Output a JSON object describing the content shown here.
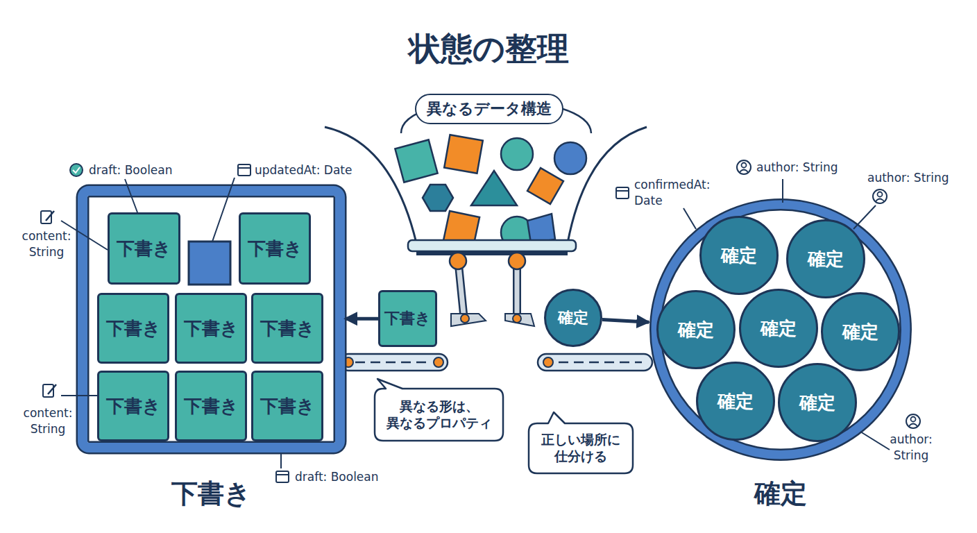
{
  "diagram": {
    "title": "状態の整理",
    "nodes": [
      {
        "text": [
          "異なるデータ構造"
        ]
      },
      {
        "text": [
          "下書き"
        ]
      },
      {
        "text": [
          "下書き"
        ],
        "in": 1
      },
      {
        "text": [
          "下書き"
        ],
        "in": 1
      },
      {
        "text": [
          "下書き"
        ],
        "in": 1
      },
      {
        "text": [
          "下書き"
        ],
        "in": 1
      },
      {
        "text": [
          "下書き"
        ],
        "in": 1
      },
      {
        "text": [
          "下書き"
        ],
        "in": 1
      },
      {
        "text": [
          "下書き"
        ],
        "in": 1
      },
      {
        "text": [
          "下書き"
        ],
        "in": 1
      },
      {
        "text": [
          "下書き"
        ]
      },
      {
        "text": [
          "確定"
        ]
      },
      {
        "text": [
          "異なる形は、 異なるプロパティ"
        ]
      },
      {
        "text": [
          "正しい場所に 仕分ける"
        ]
      },
      {
        "text": [
          "確定"
        ]
      },
      {
        "text": [
          "確定"
        ],
        "in": 14
      },
      {
        "text": [
          "確定"
        ],
        "in": 14
      },
      {
        "text": [
          "確定"
        ],
        "in": 14
      },
      {
        "text": [
          "確定"
        ],
        "in": 14
      },
      {
        "text": [
          "確定"
        ],
        "in": 14
      },
      {
        "text": [
          "確定"
        ],
        "in": 14
      },
      {
        "text": [
          "確定"
        ],
        "in": 14
      }
    ],
    "edges": [
      {
        "from": 10,
        "to": 1,
        "arrow": "to"
      },
      {
        "from": 11,
        "to": 14,
        "arrow": "to"
      }
    ],
    "labels": [
      "draft: Boolean",
      "updatedAt: Date",
      "content: String",
      "content: String",
      "draft: Boolean",
      "confirmedAt: Date",
      "author: String",
      "author: String",
      "author: String"
    ]
  }
}
